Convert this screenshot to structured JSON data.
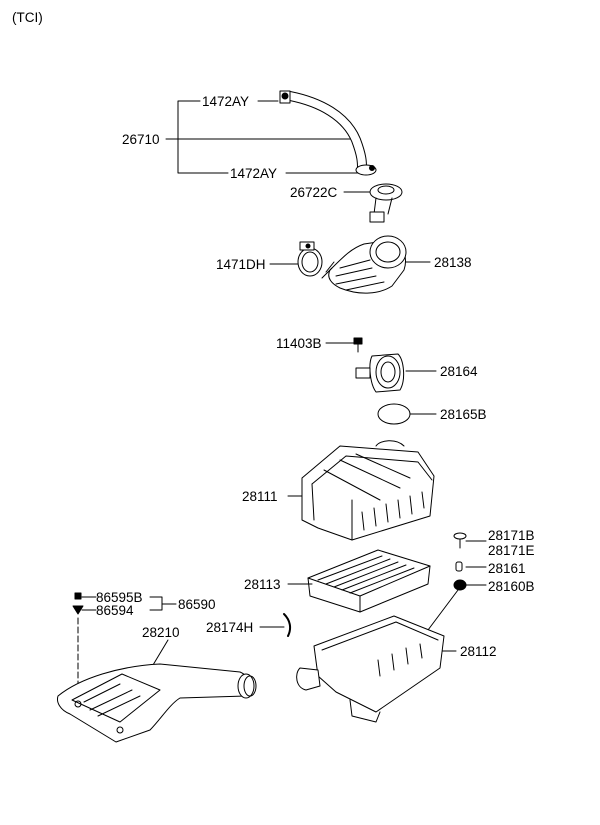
{
  "variant_note": "(TCI)",
  "parts": {
    "p1472AY_top": "1472AY",
    "p26710": "26710",
    "p1472AY_bottom": "1472AY",
    "p26722C": "26722C",
    "p1471DH": "1471DH",
    "p28138": "28138",
    "p11403B": "11403B",
    "p28164": "28164",
    "p28165B": "28165B",
    "p28111": "28111",
    "p28171B": "28171B",
    "p28171E": "28171E",
    "p28161": "28161",
    "p28113": "28113",
    "p28160B": "28160B",
    "p86595B": "86595B",
    "p86590": "86590",
    "p86594": "86594",
    "p28210": "28210",
    "p28174H": "28174H",
    "p28112": "28112"
  }
}
